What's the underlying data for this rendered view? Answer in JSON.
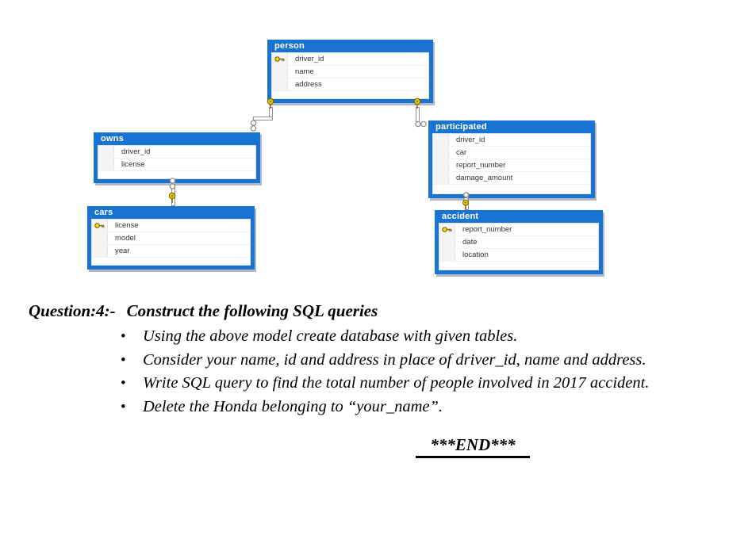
{
  "diagram": {
    "tables": [
      {
        "name": "person",
        "columns": [
          {
            "label": "driver_id",
            "primary_key": true
          },
          {
            "label": "name",
            "primary_key": false
          },
          {
            "label": "address",
            "primary_key": false
          }
        ]
      },
      {
        "name": "owns",
        "columns": [
          {
            "label": "driver_id",
            "primary_key": false
          },
          {
            "label": "license",
            "primary_key": false
          }
        ]
      },
      {
        "name": "cars",
        "columns": [
          {
            "label": "license",
            "primary_key": true
          },
          {
            "label": "model",
            "primary_key": false
          },
          {
            "label": "year",
            "primary_key": false
          }
        ]
      },
      {
        "name": "participated",
        "columns": [
          {
            "label": "driver_id",
            "primary_key": false
          },
          {
            "label": "car",
            "primary_key": false
          },
          {
            "label": "report_number",
            "primary_key": false
          },
          {
            "label": "damage_amount",
            "primary_key": false
          }
        ]
      },
      {
        "name": "accident",
        "columns": [
          {
            "label": "report_number",
            "primary_key": true
          },
          {
            "label": "date",
            "primary_key": false
          },
          {
            "label": "location",
            "primary_key": false
          }
        ]
      }
    ],
    "relationships": [
      {
        "one": "person",
        "many": "owns"
      },
      {
        "one": "person",
        "many": "participated"
      },
      {
        "one": "cars",
        "many": "owns"
      },
      {
        "one": "accident",
        "many": "participated"
      }
    ],
    "icons": {
      "primary_key": "key-icon",
      "one_end": "key-icon",
      "many_end": "infinity-icon"
    },
    "colors": {
      "table_header_blue": "#1873d1",
      "table_border_blue": "#1873d1",
      "row_text": "#333333",
      "icon_column_bg": "#f4f4f4",
      "key_yellow": "#ffe100",
      "connector_gray": "#8f8f8f"
    }
  },
  "question": {
    "prefix": "Question:4:-",
    "title": "Construct the following SQL queries",
    "bullets": [
      "Using the above model create database with given tables.",
      "Consider your name, id and address in place of driver_id, name and address.",
      "Write SQL query to find the total number of people involved in 2017 accident.",
      "Delete the Honda belonging to “your_name”."
    ],
    "bullet_glyph": "•",
    "end_marker": "***END***"
  }
}
